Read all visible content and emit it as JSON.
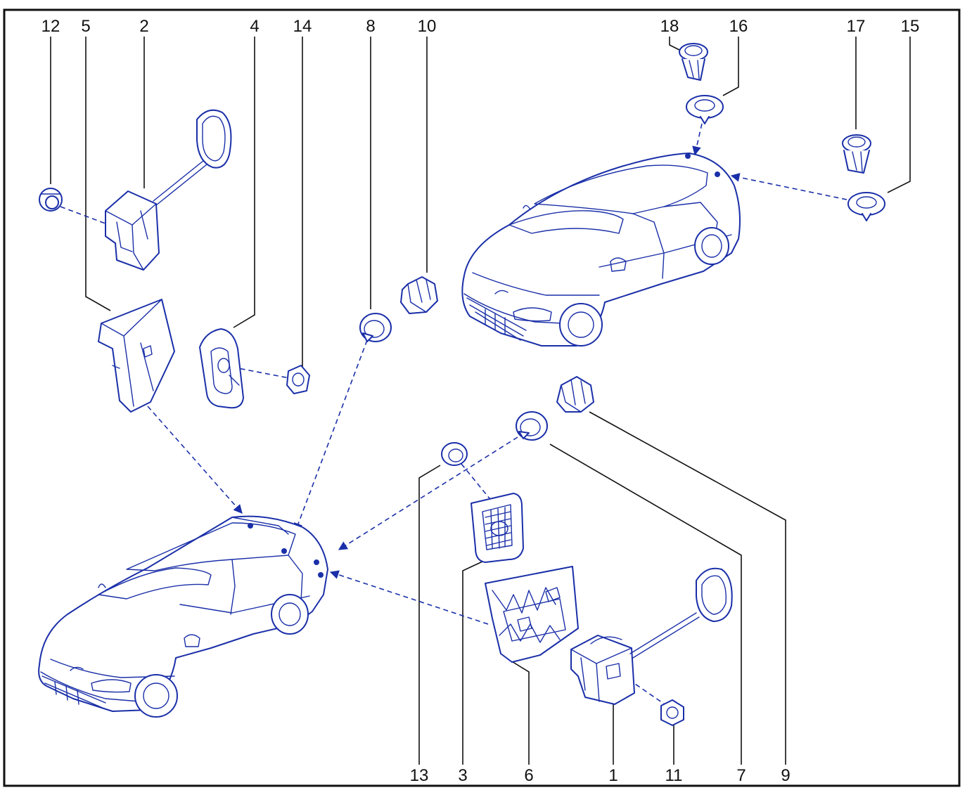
{
  "colors": {
    "line_art": "#1a2fa8",
    "labels": "#111111",
    "frame": "#111111",
    "background": "#ffffff"
  },
  "callouts": {
    "n1": "1",
    "n2": "2",
    "n3": "3",
    "n4": "4",
    "n5": "5",
    "n6": "6",
    "n7": "7",
    "n8": "8",
    "n9": "9",
    "n10": "10",
    "n11": "11",
    "n12": "12",
    "n13": "13",
    "n14": "14",
    "n15": "15",
    "n16": "16",
    "n17": "17",
    "n18": "18"
  }
}
